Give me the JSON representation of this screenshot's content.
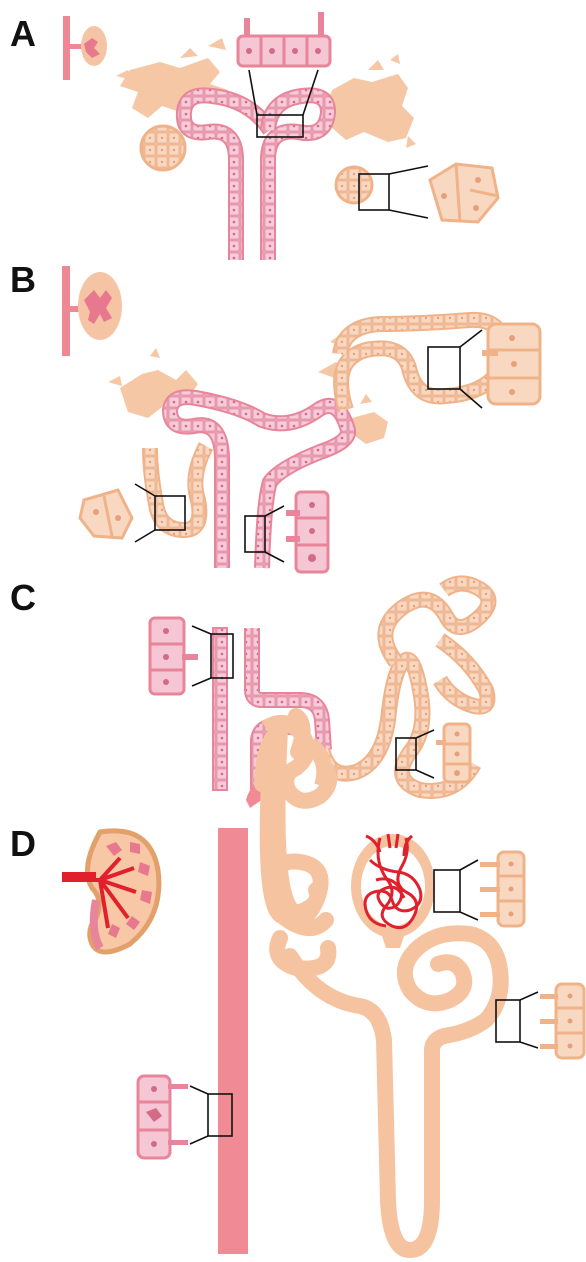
{
  "panels": [
    {
      "id": "A",
      "label": "A"
    },
    {
      "id": "B",
      "label": "B"
    },
    {
      "id": "C",
      "label": "C"
    },
    {
      "id": "D",
      "label": "D"
    }
  ],
  "colors": {
    "ureteric_tube": "#E8859A",
    "ureteric_fill": "#F5C6D4",
    "mesenchyme": "#F5C7A4",
    "mesenchyme_edge": "#F0B389",
    "nephron_tube": "#F6C3A0",
    "collecting_duct": "#F08B95",
    "glomerulus": "#E0202A",
    "kidney_outline": "#E2A06A",
    "kidney_fill": "#F7C7A6",
    "callout_line": "#111111"
  }
}
